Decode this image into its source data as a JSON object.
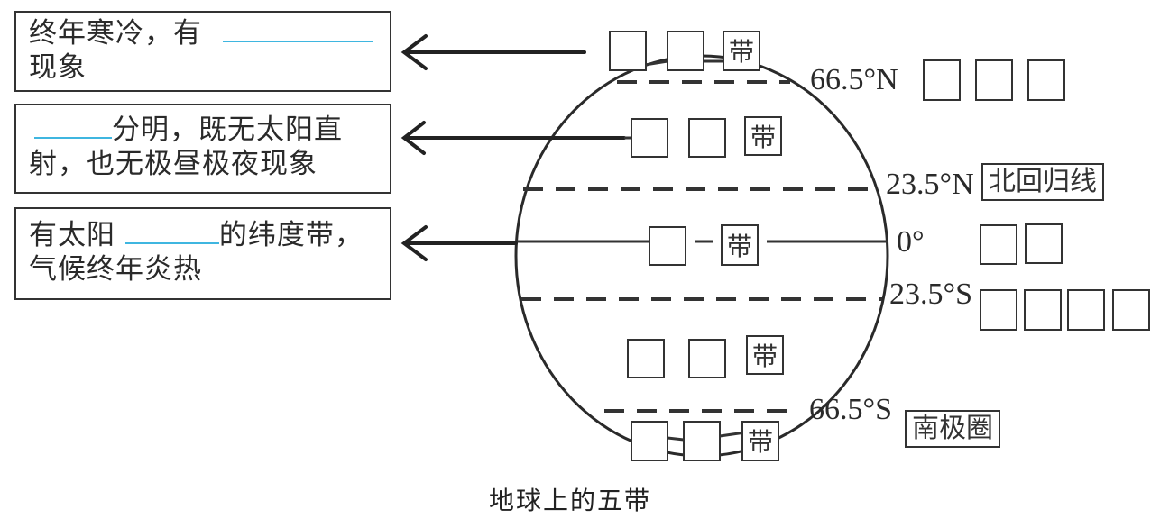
{
  "descriptions": [
    {
      "line1_before": "终年寒冷，有",
      "line1_after": "",
      "line2": "现象"
    },
    {
      "line1_before": "",
      "line1_after": "分明，既无太阳直",
      "line2": "射，也无极昼极夜现象"
    },
    {
      "line1_before": "有太阳",
      "line1_after": "的纬度带，",
      "line2": "气候终年炎热"
    }
  ],
  "zones": {
    "suffix": "带",
    "north_frigid": {
      "blanks": 2
    },
    "north_temperate": {
      "blanks": 2
    },
    "torrid": {
      "blanks": 1
    },
    "south_temperate": {
      "blanks": 2
    },
    "south_frigid": {
      "blanks": 2
    }
  },
  "latitude_labels": {
    "n665": "66.5°N",
    "n235": "23.5°N",
    "equator": "0°",
    "s235": "23.5°S",
    "s665": "66.5°S"
  },
  "line_names": {
    "n665_blanks": 3,
    "n235_name": "北回归线",
    "equator_blanks": 2,
    "s235_blanks": 4,
    "s665_name": "南极圈"
  },
  "caption": "地球上的五带",
  "colors": {
    "blank_line": "#3fb6e0",
    "ink": "#333333"
  }
}
